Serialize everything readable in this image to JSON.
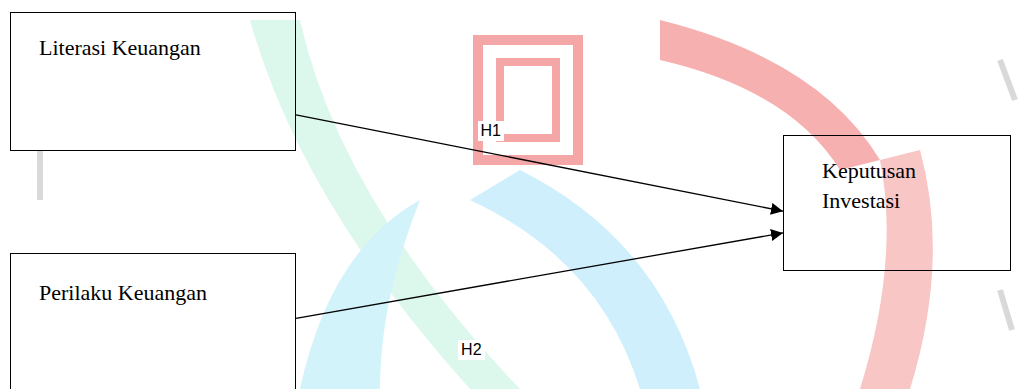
{
  "diagram": {
    "nodes": [
      {
        "text": [
          "Literasi Keuangan"
        ]
      },
      {
        "text": [
          "Perilaku Keuangan"
        ]
      },
      {
        "text": [
          "Keputusan Investasi"
        ]
      }
    ],
    "edges": [
      {
        "from": 0,
        "to": 2,
        "arrow": "to",
        "label": "H1"
      },
      {
        "from": 1,
        "to": 2,
        "arrow": "to",
        "label": "H2"
      }
    ]
  }
}
